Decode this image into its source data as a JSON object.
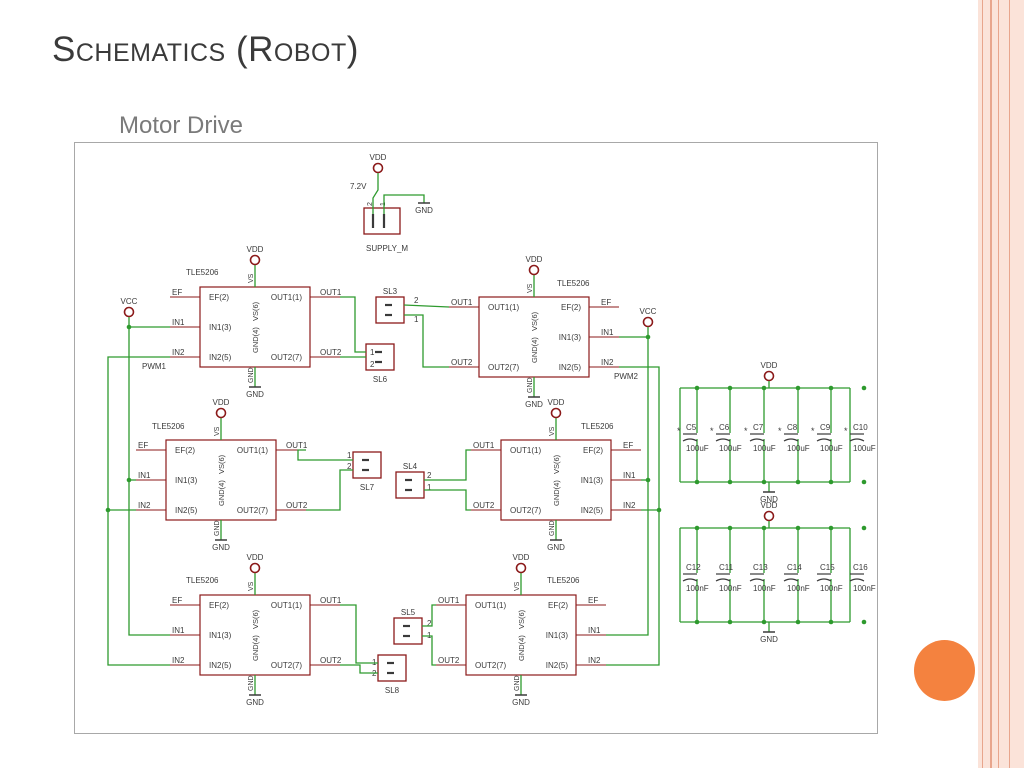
{
  "slide": {
    "title": "Schematics (Robot)",
    "section_label": "Motor Drive",
    "colors": {
      "accent": "#f4823f",
      "band_light": "#fbe3d9",
      "band_line": "#e8a58c",
      "wire": "#2e9a2e",
      "component": "#8b1a1a",
      "text": "#3a3a3a"
    }
  },
  "schematic": {
    "supply": {
      "vdd": "VDD",
      "voltage": "7.2V",
      "gnd": "GND",
      "name": "SUPPLY_M",
      "pin2": "2",
      "pin1": "1"
    },
    "chip_name": "TLE5206",
    "pins": {
      "ef": "EF(2)",
      "in1": "IN1(3)",
      "in2": "IN2(5)",
      "out1": "OUT1(1)",
      "out2": "OUT2(7)",
      "vs": "VS(6)",
      "gnd": "GND(4)",
      "vs_short": "VS",
      "gnd_short": "GND"
    },
    "nets": {
      "ef": "EF",
      "in1": "IN1",
      "in2": "IN2",
      "out1": "OUT1",
      "out2": "OUT2",
      "vdd": "VDD",
      "vcc": "VCC",
      "gnd": "GND",
      "pwm1": "PWM1",
      "pwm2": "PWM2"
    },
    "connectors": [
      "SL3",
      "SL4",
      "SL5",
      "SL6",
      "SL7",
      "SL8"
    ],
    "pin_numbers": {
      "one": "1",
      "two": "2"
    },
    "electrolytic_caps": {
      "names": [
        "C5",
        "C6",
        "C7",
        "C8",
        "C9",
        "C10"
      ],
      "value": "100uF"
    },
    "ceramic_caps": {
      "names": [
        "C12",
        "C11",
        "C13",
        "C14",
        "C15",
        "C16"
      ],
      "value": "100nF"
    }
  }
}
